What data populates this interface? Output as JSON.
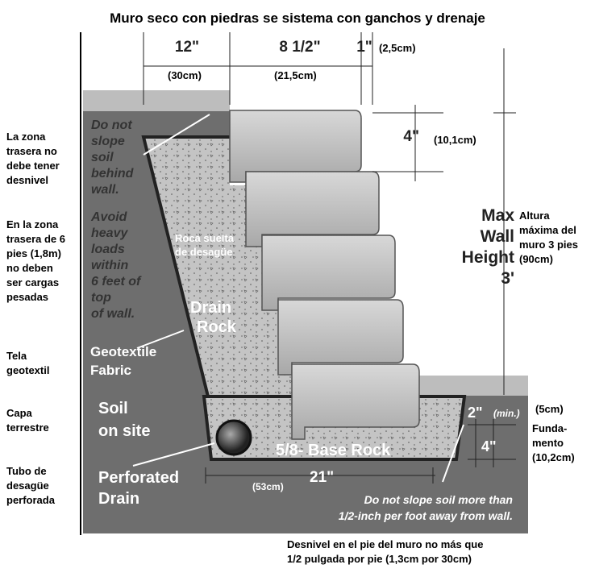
{
  "title": "Muro seco con piedras se sistema con ganchos y drenaje",
  "dims": {
    "d12": "12\"",
    "d8": "8 1/2\"",
    "d1": "1\"",
    "d1cm": "(2,5cm)",
    "d12cm": "(30cm)",
    "d8cm": "(21,5cm)",
    "d4": "4\"",
    "d4cm": "(10,1cm)",
    "d2": "2\"",
    "d2min": "(min.)",
    "d2cm": "(5cm)",
    "d4b": "4\"",
    "d21": "21\"",
    "d21cm": "(53cm)"
  },
  "maxwall": {
    "l1": "Max",
    "l2": "Wall",
    "l3": "Height",
    "l4": "3'",
    "es1": "Altura",
    "es2": "máxima del",
    "es3": "muro 3 pies",
    "es4": "(90cm)"
  },
  "diagram": {
    "noslope": [
      "Do not",
      "slope",
      "soil",
      "behind",
      "wall."
    ],
    "avoid": [
      "Avoid",
      "heavy",
      "loads",
      "within",
      "6 feet of",
      "top",
      "of wall."
    ],
    "roca": [
      "Roca suelta",
      "de desagüe"
    ],
    "drain": [
      "Drain",
      "Rock"
    ],
    "geo": [
      "Geotextile",
      "Fabric"
    ],
    "soil": [
      "Soil",
      "on site"
    ],
    "perf": [
      "Perforated",
      "Drain"
    ],
    "base": "5/8- Base Rock",
    "slope_note": [
      "Do not slope soil more than",
      "1/2-inch per foot away from wall."
    ]
  },
  "left_labels": {
    "zona": [
      "La zona",
      "trasera no",
      "debe tener",
      "desnivel"
    ],
    "cargas": [
      "En la zona",
      "trasera de 6",
      "pies (1,8m)",
      "no deben",
      "ser cargas",
      "pesadas"
    ],
    "tela": [
      "Tela",
      "geotextil"
    ],
    "capa": [
      "Capa",
      "terrestre"
    ],
    "tubo": [
      "Tubo de",
      "desagüe",
      "perforada"
    ]
  },
  "fundamento": [
    "Funda-",
    "mento",
    "(10,2cm)"
  ],
  "bottom_note": [
    "Desnivel en el pie del muro no más que",
    "1/2 pulgada por pie (1,3cm por 30cm)"
  ]
}
